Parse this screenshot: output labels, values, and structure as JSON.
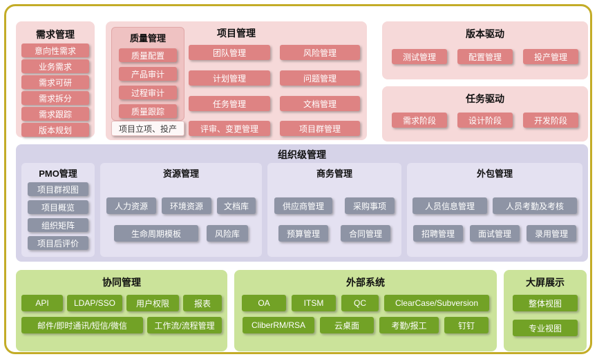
{
  "palette": {
    "frame_border": "#c3ac27",
    "pink_panel": "#f6d9d9",
    "pink_inner_panel": "#efc2c2",
    "pink_chip": "#de8383",
    "white_chip": "#fdf7f7",
    "purple_panel": "#d6d3e8",
    "purple_inner_panel": "#e4e1f1",
    "gray_chip": "#8e94a5",
    "green_panel": "#cbe39a",
    "green_chip": "#72a226"
  },
  "sections": {
    "requirements": {
      "title": "需求管理",
      "items": [
        "意向性需求",
        "业务需求",
        "需求可研",
        "需求拆分",
        "需求跟踪",
        "版本规划"
      ]
    },
    "project": {
      "title": "项目管理",
      "quality": {
        "title": "质量管理",
        "items": [
          "质量配置",
          "产品审计",
          "过程审计",
          "质量跟踪"
        ]
      },
      "middle_column": [
        "团队管理",
        "计划管理",
        "任务管理"
      ],
      "right_column": [
        "风险管理",
        "问题管理",
        "文档管理"
      ],
      "bottom_row": [
        "项目立项、投产",
        "评审、变更管理",
        "项目群管理"
      ]
    },
    "version_driven": {
      "title": "版本驱动",
      "items": [
        "测试管理",
        "配置管理",
        "投产管理"
      ]
    },
    "task_driven": {
      "title": "任务驱动",
      "items": [
        "需求阶段",
        "设计阶段",
        "开发阶段"
      ]
    },
    "organization": {
      "title": "组织级管理",
      "pmo": {
        "title": "PMO管理",
        "items": [
          "项目群视图",
          "项目概览",
          "组织矩阵",
          "项目后评价"
        ]
      },
      "resource": {
        "title": "资源管理",
        "row1": [
          "人力资源",
          "环境资源",
          "文档库"
        ],
        "row2": [
          "生命周期模板",
          "风险库"
        ]
      },
      "business": {
        "title": "商务管理",
        "row1": [
          "供应商管理",
          "采购事项"
        ],
        "row2": [
          "预算管理",
          "合同管理"
        ]
      },
      "outsourcing": {
        "title": "外包管理",
        "row1": [
          "人员信息管理",
          "人员考勤及考核"
        ],
        "row2": [
          "招聘管理",
          "面试管理",
          "录用管理"
        ]
      }
    },
    "collaboration": {
      "title": "协同管理",
      "row1": [
        "API",
        "LDAP/SSO",
        "用户权限",
        "报表"
      ],
      "row2": [
        "邮件/即时通讯/短信/微信",
        "工作流/流程管理"
      ]
    },
    "external_systems": {
      "title": "外部系统",
      "row1": [
        "OA",
        "ITSM",
        "QC",
        "ClearCase/Subversion"
      ],
      "row2": [
        "CliberRM/RSA",
        "云桌面",
        "考勤/报工",
        "钉钉"
      ]
    },
    "big_screen": {
      "title": "大屏展示",
      "items": [
        "整体视图",
        "专业视图"
      ]
    }
  }
}
